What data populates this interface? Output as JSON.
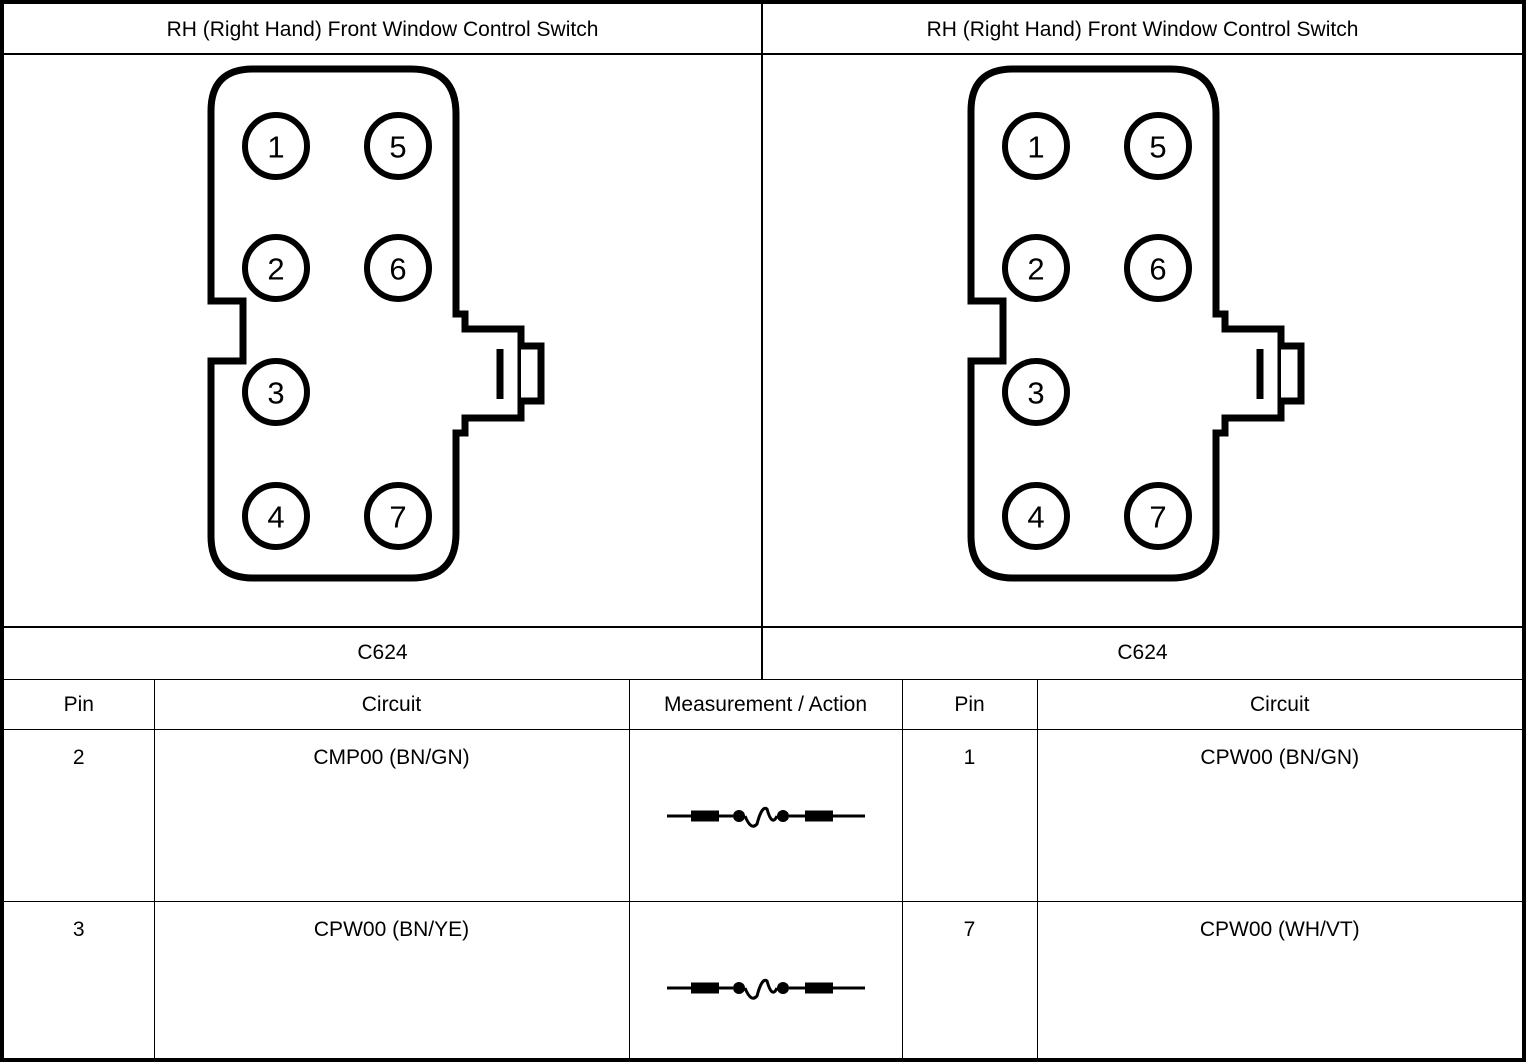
{
  "panels": [
    {
      "title": "RH (Right Hand) Front Window Control Switch",
      "caption": "C624",
      "connector": {
        "pins": [
          "1",
          "5",
          "2",
          "6",
          "3",
          "4",
          "7"
        ]
      }
    },
    {
      "title": "RH (Right Hand) Front Window Control Switch",
      "caption": "C624",
      "connector": {
        "pins": [
          "1",
          "5",
          "2",
          "6",
          "3",
          "4",
          "7"
        ]
      }
    }
  ],
  "table": {
    "headers": {
      "pin_left": "Pin",
      "circuit_left": "Circuit",
      "measurement": "Measurement / Action",
      "pin_right": "Pin",
      "circuit_right": "Circuit"
    },
    "rows": [
      {
        "pin_left": "2",
        "circuit_left": "CMP00 (BN/GN)",
        "measurement_icon": "wire-continuity-check-symbol",
        "pin_right": "1",
        "circuit_right": "CPW00 (BN/GN)"
      },
      {
        "pin_left": "3",
        "circuit_left": "CPW00 (BN/YE)",
        "measurement_icon": "wire-continuity-check-symbol",
        "pin_right": "7",
        "circuit_right": "CPW00 (WH/VT)"
      }
    ]
  },
  "colors": {
    "ink": "#000000",
    "background": "#ffffff"
  }
}
